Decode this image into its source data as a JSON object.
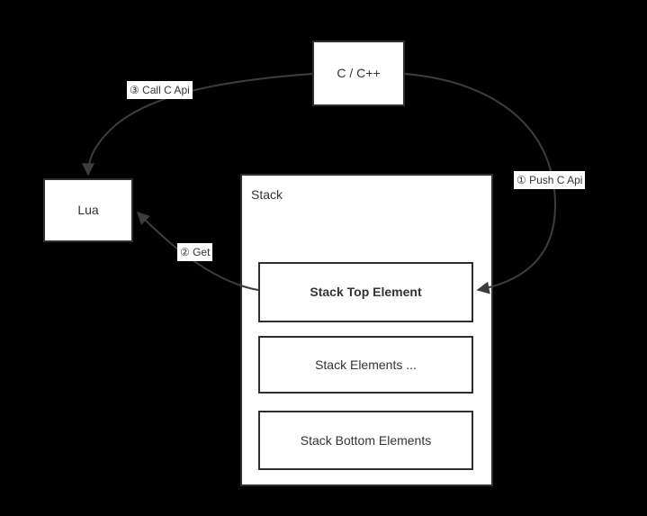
{
  "diagram": {
    "colors": {
      "background": "#000000",
      "node_fill": "#ffffff",
      "border": "#2f2f2f",
      "arrow": "#3d3d3d",
      "text": "#333333"
    },
    "nodes": {
      "c_cpp": {
        "label": "C / C++"
      },
      "lua": {
        "label": "Lua"
      },
      "stack_container": {
        "label": "Stack"
      },
      "stack_top": {
        "label": "Stack Top Element"
      },
      "stack_middle": {
        "label": "Stack Elements ..."
      },
      "stack_bottom": {
        "label": "Stack Bottom Elements"
      }
    },
    "edges": {
      "push": {
        "label": "① Push C Api",
        "from": "c_cpp",
        "to": "stack_top"
      },
      "get": {
        "label": "② Get",
        "from": "stack_top",
        "to": "lua"
      },
      "call": {
        "label": "③ Call C Api",
        "from": "c_cpp",
        "to": "lua"
      }
    }
  }
}
